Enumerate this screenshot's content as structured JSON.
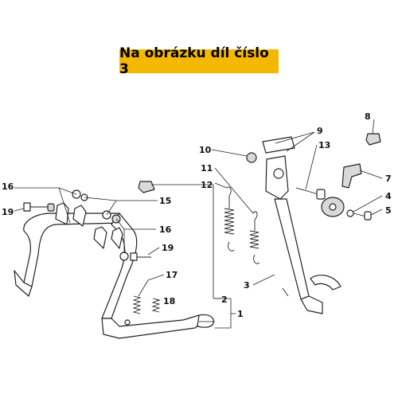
{
  "banner": {
    "text": "Na obrázku díl číslo 3"
  },
  "callouts": {
    "c1": "1",
    "c2": "2",
    "c3": "3",
    "c4": "4",
    "c5": "5",
    "c7": "7",
    "c8": "8",
    "c9": "9",
    "c10": "10",
    "c11": "11",
    "c12": "12",
    "c13": "13",
    "c15": "15",
    "c16a": "16",
    "c16b": "16",
    "c17": "17",
    "c18": "18",
    "c19a": "19",
    "c19b": "19"
  },
  "colors": {
    "banner_bg": "#f5b800",
    "line": "#222222"
  }
}
